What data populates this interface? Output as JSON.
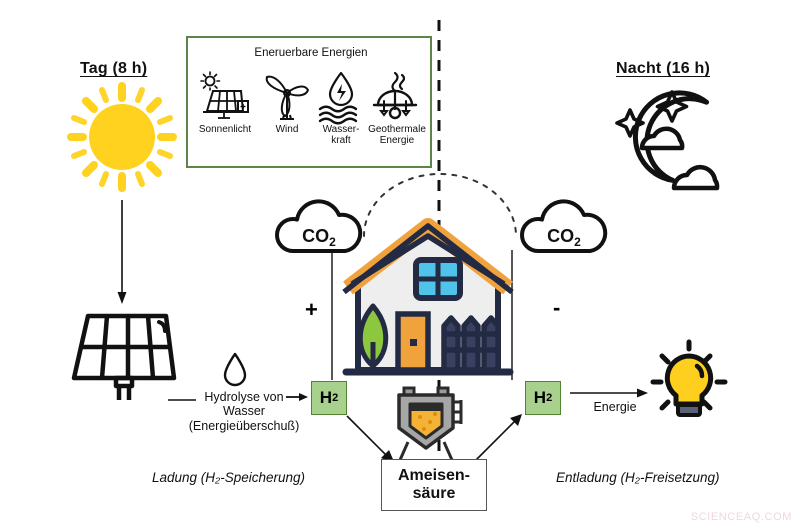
{
  "diagram": {
    "title_left": "Tag (8 h)",
    "title_right": "Nacht (16 h)",
    "watermark": "SCIENCEAQ.COM"
  },
  "renewable_box": {
    "title": "Eneruerbare Energien",
    "items": [
      {
        "label": "Sonnenlicht",
        "icon": "solar-panel-icon"
      },
      {
        "label": "Wind",
        "icon": "wind-turbine-icon"
      },
      {
        "label": "Wasser-\nkraft",
        "icon": "hydro-power-icon"
      },
      {
        "label": "Geothermale\nEnergie",
        "icon": "geothermal-icon"
      }
    ]
  },
  "left_branch": {
    "sun_icon": "sun-icon",
    "solar_panel_icon": "solar-panel-icon",
    "water_drop_icon": "water-drop-icon",
    "process_label": "Hydrolyse von\nWasser\n(Energieüberschuß)",
    "hydrogen_label": "H",
    "hydrogen_sub": "2",
    "sign": "+",
    "co2_label": "CO",
    "co2_sub": "2",
    "phase_caption": "Ladung (H₂-Speicherung)"
  },
  "right_branch": {
    "moon_icon": "moon-night-icon",
    "bulb_icon": "light-bulb-icon",
    "energy_label": "Energie",
    "hydrogen_label": "H",
    "hydrogen_sub": "2",
    "sign": "-",
    "co2_label": "CO",
    "co2_sub": "2",
    "phase_caption": "Entladung (H₂-Freisetzung)"
  },
  "center": {
    "house_icon": "house-icon",
    "reactor_icon": "reactor-tank-icon",
    "formic_acid_line1": "Ameisen-",
    "formic_acid_line2": "säure"
  },
  "colors": {
    "renewable_border": "#5d8549",
    "hydrogen_fill": "#a9d18e",
    "hydrogen_border": "#548235",
    "sun_yellow": "#ffd21f",
    "house_navy": "#222a44",
    "roof_orange": "#f0a23c",
    "window_blue": "#4fc3ea",
    "tree_green": "#8dc63f",
    "reactor_gray": "#9b9b9b",
    "acid_orange": "#f5b335",
    "watermark": "#f0d7dc"
  }
}
